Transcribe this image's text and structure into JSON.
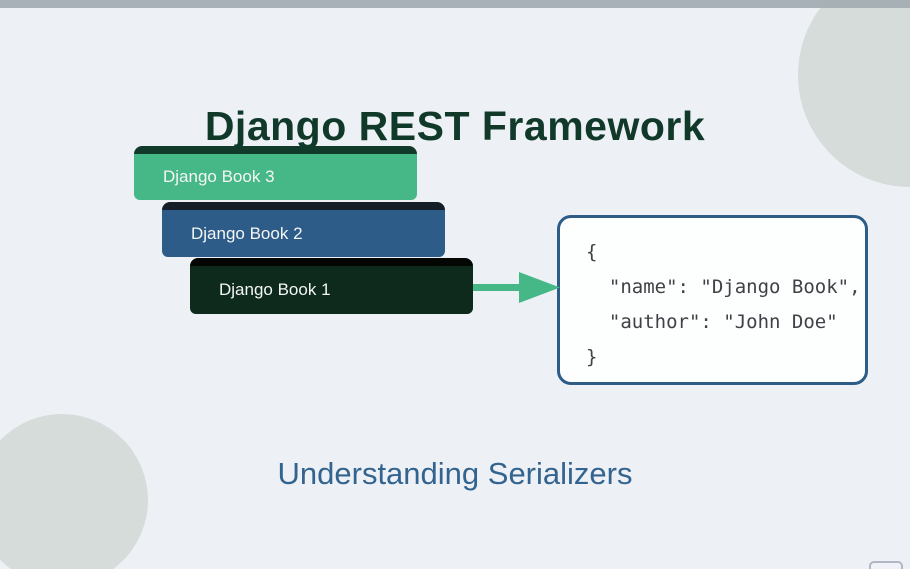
{
  "slide": {
    "title": "Django REST Framework",
    "subtitle": "Understanding Serializers",
    "background_color": "#edf1f6",
    "top_bar_color": "#a3abb2",
    "title_color": "#11392a",
    "subtitle_color": "#33638f",
    "decorative_circle_color": "#d6dcda"
  },
  "books": [
    {
      "label": "Django Book 3",
      "body_color": "#46b787",
      "bar_color": "#123a2b",
      "text_color": "#f4f6f5"
    },
    {
      "label": "Django Book 2",
      "body_color": "#2e5c88",
      "bar_color": "#151e28",
      "text_color": "#f4f6f5"
    },
    {
      "label": "Django Book 1",
      "body_color": "#0d2a1d",
      "bar_color": "#040604",
      "text_color": "#f4f6f5"
    }
  ],
  "arrow": {
    "name": "arrow-right",
    "color": "#46b787"
  },
  "json_panel": {
    "border_color": "#2d5c87",
    "background_color": "#fdfefe",
    "text_color": "#3e4246",
    "lines": [
      "{",
      "  \"name\": \"Django Book\",",
      "  \"author\": \"John Doe\"",
      "}"
    ]
  }
}
